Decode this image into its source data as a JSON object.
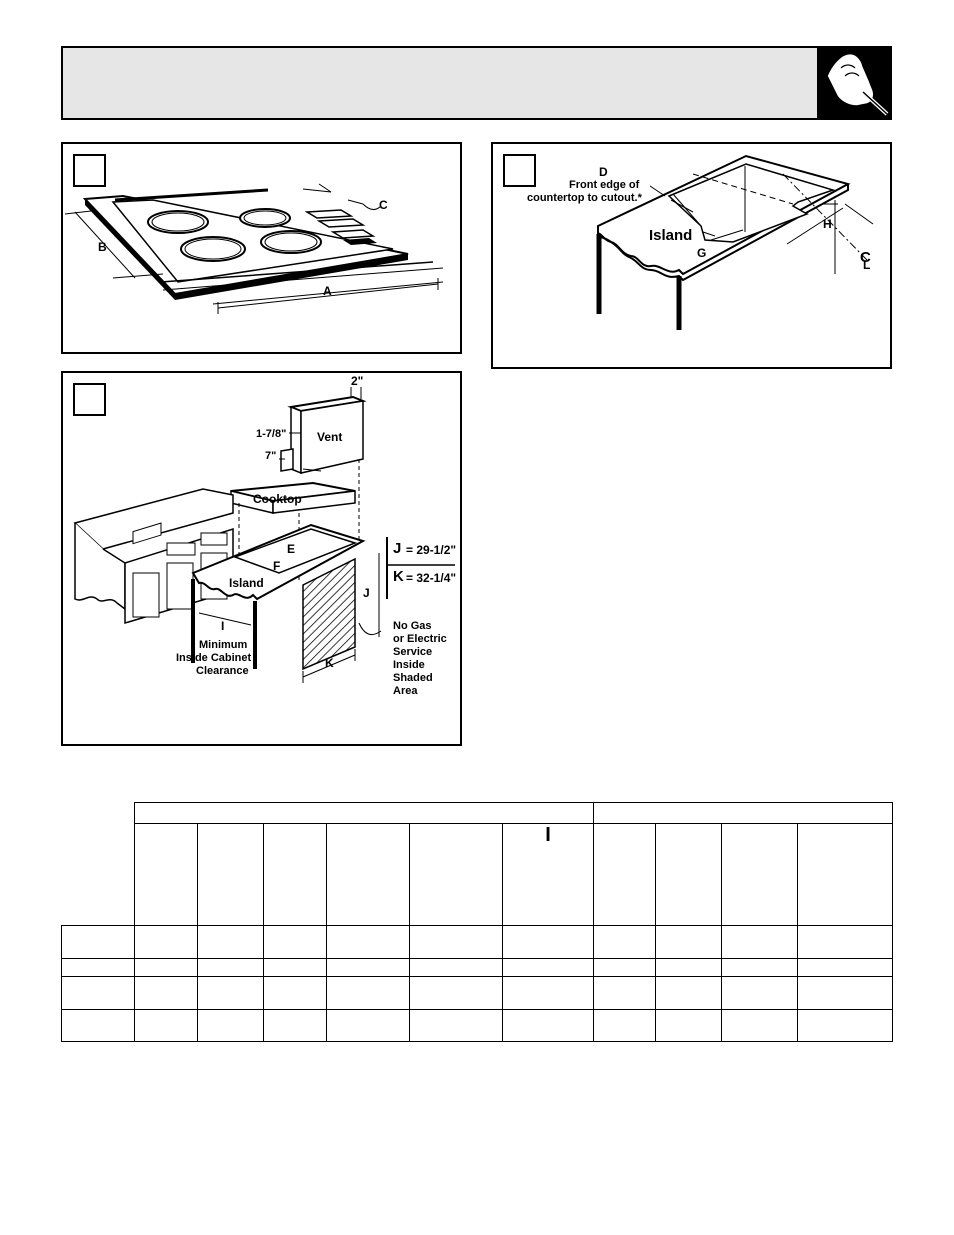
{
  "header": {
    "title": "",
    "icon": "hand-with-screwdriver-icon"
  },
  "figure_top_left": {
    "number": "",
    "labels": {
      "a": "A",
      "b": "B",
      "c": "C"
    }
  },
  "figure_top_right": {
    "number": "",
    "labels": {
      "d": "D",
      "front_edge_line1": "Front edge of",
      "front_edge_line2": "countertop to cutout.*",
      "island": "Island",
      "g": "G",
      "h": "H",
      "cl_c": "C",
      "cl_l": "L"
    }
  },
  "figure_bottom_left": {
    "number": "",
    "labels": {
      "two_in": "2\"",
      "one_7_8": "1-7/8\"",
      "seven_in": "7\"",
      "vent": "Vent",
      "cooktop": "Cooktop",
      "e": "E",
      "f": "F",
      "island": "Island",
      "i": "I",
      "j": "J",
      "k": "K",
      "j_letter": "J",
      "j_value": "= 29-1/2\"",
      "k_letter": "K",
      "k_value": "= 32-1/4\"",
      "min_line1": "Minimum",
      "min_line2": "Inside Cabinet",
      "min_line3": "Clearance",
      "no_gas_1": "No Gas",
      "no_gas_2": "or Electric",
      "no_gas_3": "Service",
      "no_gas_4": "Inside",
      "no_gas_5": "Shaded",
      "no_gas_6": "Area"
    }
  },
  "table": {
    "column_header_i": "I"
  }
}
